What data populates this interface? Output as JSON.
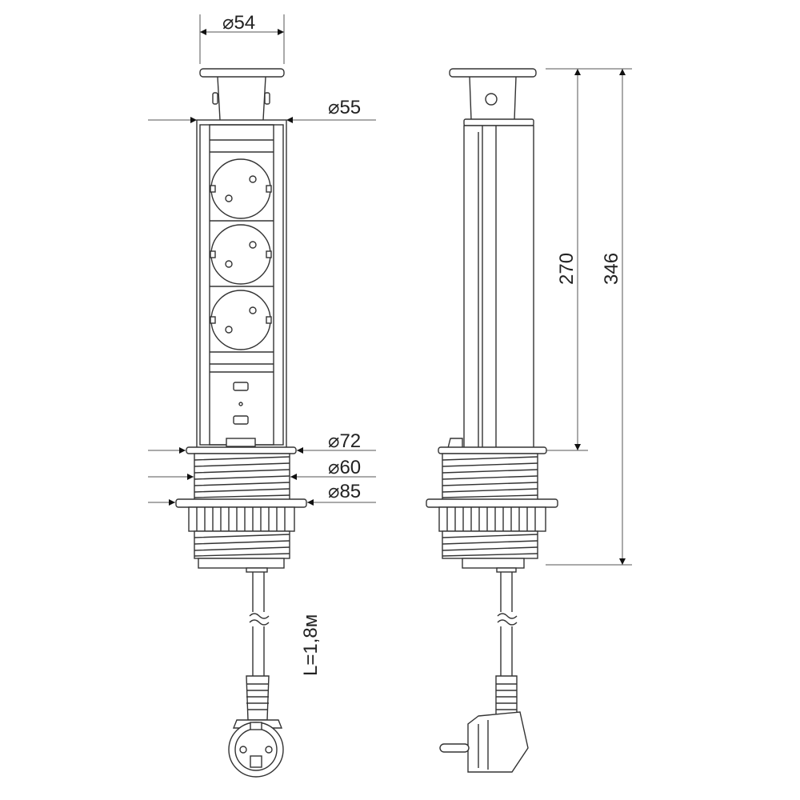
{
  "title": "Pop-up socket block drawing",
  "dimensions": {
    "cap_diameter": "⌀54",
    "body_diameter": "⌀55",
    "flange_top_diameter": "⌀72",
    "thread_diameter": "⌀60",
    "flange_bottom_diameter": "⌀85",
    "height_body": "270",
    "height_total": "346",
    "cable_length": "L=1,8м"
  },
  "sockets_count": 3,
  "usb_ports_count": 2
}
